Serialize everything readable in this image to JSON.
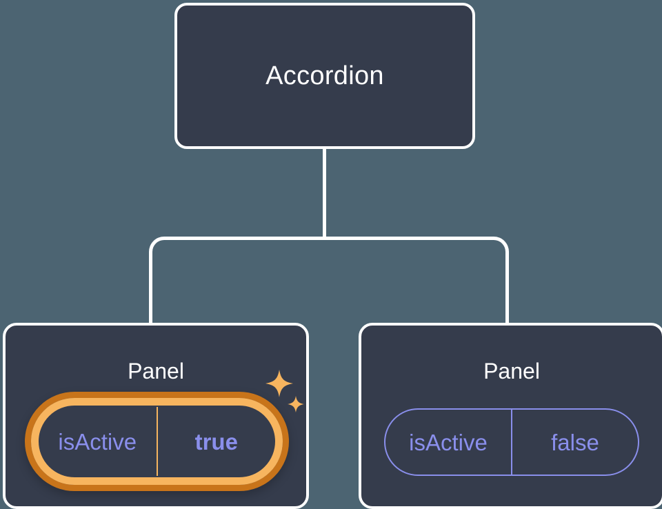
{
  "diagram": {
    "type": "component-tree",
    "background_color": "#4c6472",
    "node_fill_color": "#353c4c",
    "node_border_color": "#ffffff",
    "connector_color": "#ffffff",
    "accent_color": "#8a8fec",
    "highlight_outer_color": "#c8741a",
    "highlight_inner_color": "#f7b55f",
    "root": {
      "label": "Accordion"
    },
    "children": [
      {
        "label": "Panel",
        "highlighted": true,
        "prop": {
          "key": "isActive",
          "value": "true",
          "value_bold": true
        },
        "sparkle_icons": [
          "sparkle-large-icon",
          "sparkle-small-icon"
        ]
      },
      {
        "label": "Panel",
        "highlighted": false,
        "prop": {
          "key": "isActive",
          "value": "false",
          "value_bold": false
        }
      }
    ]
  }
}
